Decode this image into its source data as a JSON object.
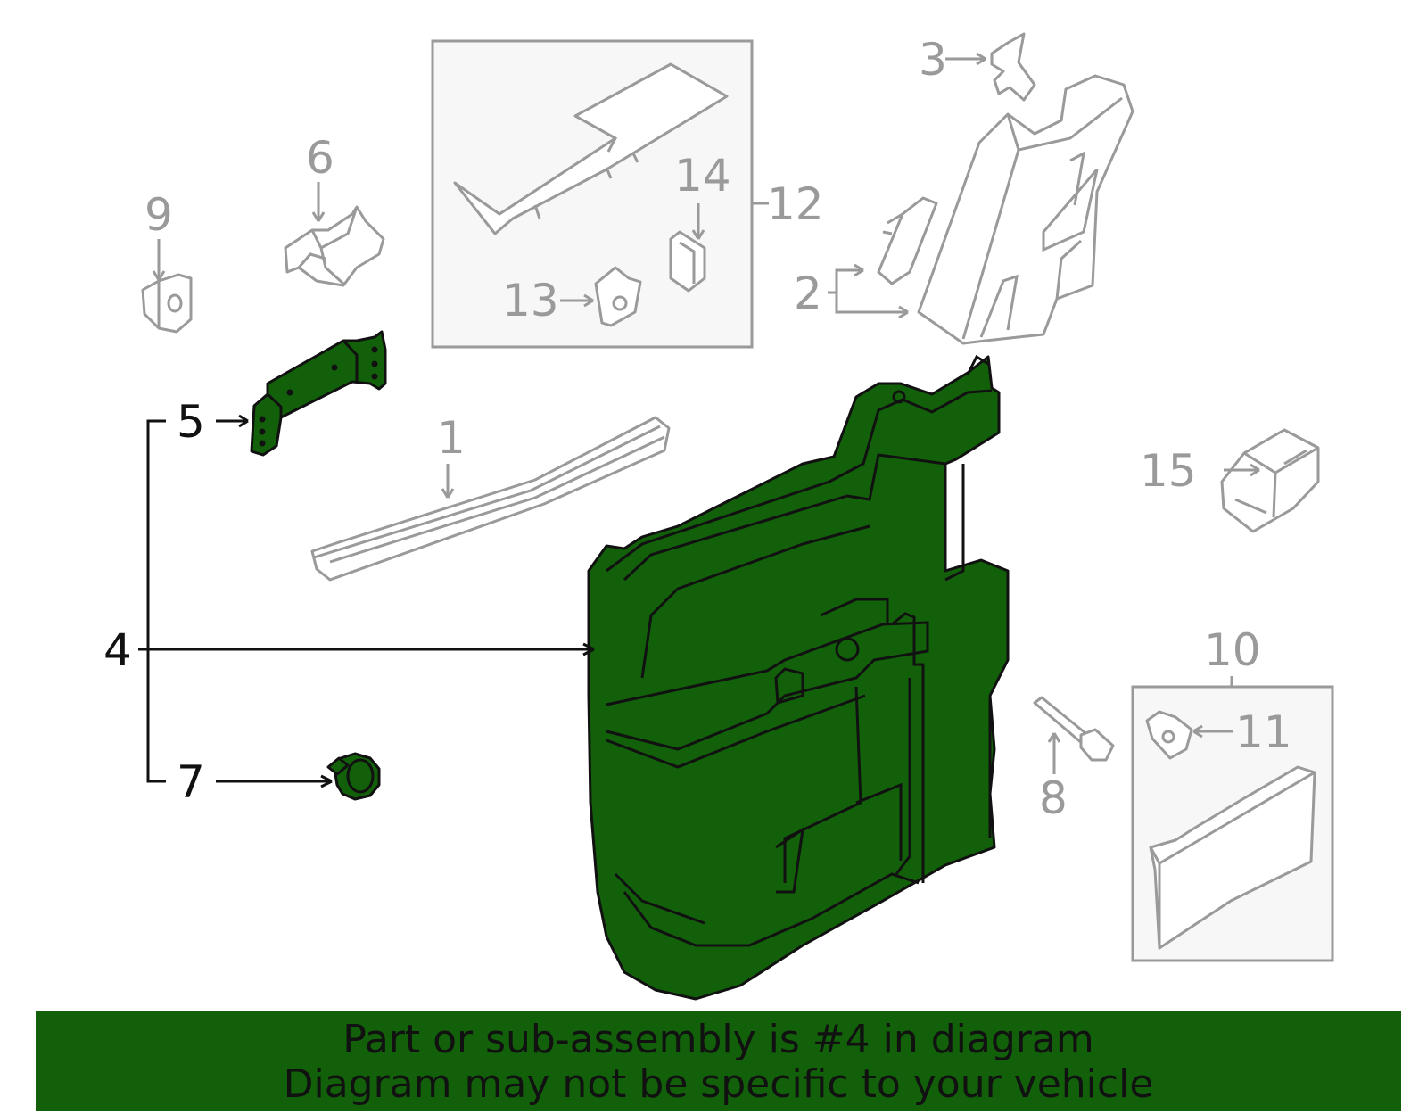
{
  "colors": {
    "highlight": "#12600a",
    "banner": "#12600a",
    "part_outline": "#9a9a9a",
    "highlight_outline": "#111111"
  },
  "callouts": {
    "c1": "1",
    "c2": "2",
    "c3": "3",
    "c4": "4",
    "c5": "5",
    "c6": "6",
    "c7": "7",
    "c8": "8",
    "c9": "9",
    "c10": "10",
    "c11": "11",
    "c12": "12",
    "c13": "13",
    "c14": "14",
    "c15": "15"
  },
  "highlighted_part": "4",
  "banner": {
    "line1": "Part or sub-assembly is #4 in diagram",
    "line2": "Diagram may not be specific to your vehicle"
  }
}
